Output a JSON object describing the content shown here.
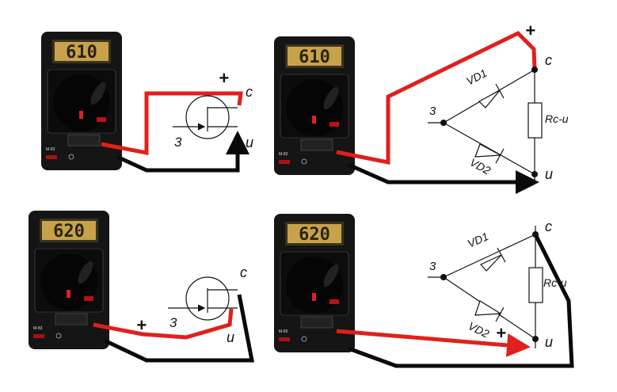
{
  "colors": {
    "red_lead": "#e0201c",
    "black_lead": "#0a0a0a",
    "meter_body": "#151515",
    "lcd": "#c8a24a"
  },
  "panels": [
    {
      "name": "transistor-test-1",
      "display": "610",
      "labels": {
        "plus": "+",
        "drain": "c",
        "gate": "3",
        "source": "u"
      },
      "meter_model": "M-83"
    },
    {
      "name": "equivalent-test-1",
      "display": "610",
      "labels": {
        "plus": "+",
        "drain": "c",
        "gate": "3",
        "source": "u",
        "vd1": "VD1",
        "vd2": "VD2",
        "resistor": "Rc-u"
      },
      "meter_model": "M-83"
    },
    {
      "name": "transistor-test-2",
      "display": "620",
      "labels": {
        "plus": "+",
        "drain": "c",
        "gate": "3",
        "source": "u"
      },
      "meter_model": "M-83"
    },
    {
      "name": "equivalent-test-2",
      "display": "620",
      "labels": {
        "plus": "+",
        "drain": "c",
        "gate": "3",
        "source": "u",
        "vd1": "VD1",
        "vd2": "VD2",
        "resistor": "Rc-u"
      },
      "meter_model": "M-83"
    }
  ]
}
